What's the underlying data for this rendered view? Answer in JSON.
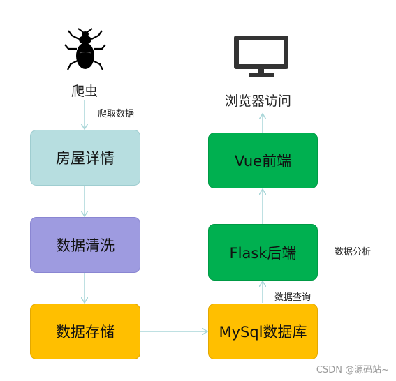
{
  "nodes": {
    "crawler": "爬虫",
    "house_details": "房屋详情",
    "data_cleaning": "数据清洗",
    "data_storage": "数据存储",
    "mysql": "MySql数据库",
    "flask": "Flask后端",
    "vue": "Vue前端",
    "browser_access": "浏览器访问"
  },
  "edges": {
    "crawl_data": "爬取数据",
    "data_query": "数据查询",
    "data_analysis": "数据分析"
  },
  "icons": {
    "crawler": "bug-icon",
    "browser": "monitor-icon"
  },
  "watermark": "CSDN @源码站~",
  "colors": {
    "light_box": "#b7dee0",
    "purple_box": "#9e9be0",
    "orange_box": "#ffbf00",
    "green_box": "#00b050",
    "arrow": "#a9d6d8"
  }
}
